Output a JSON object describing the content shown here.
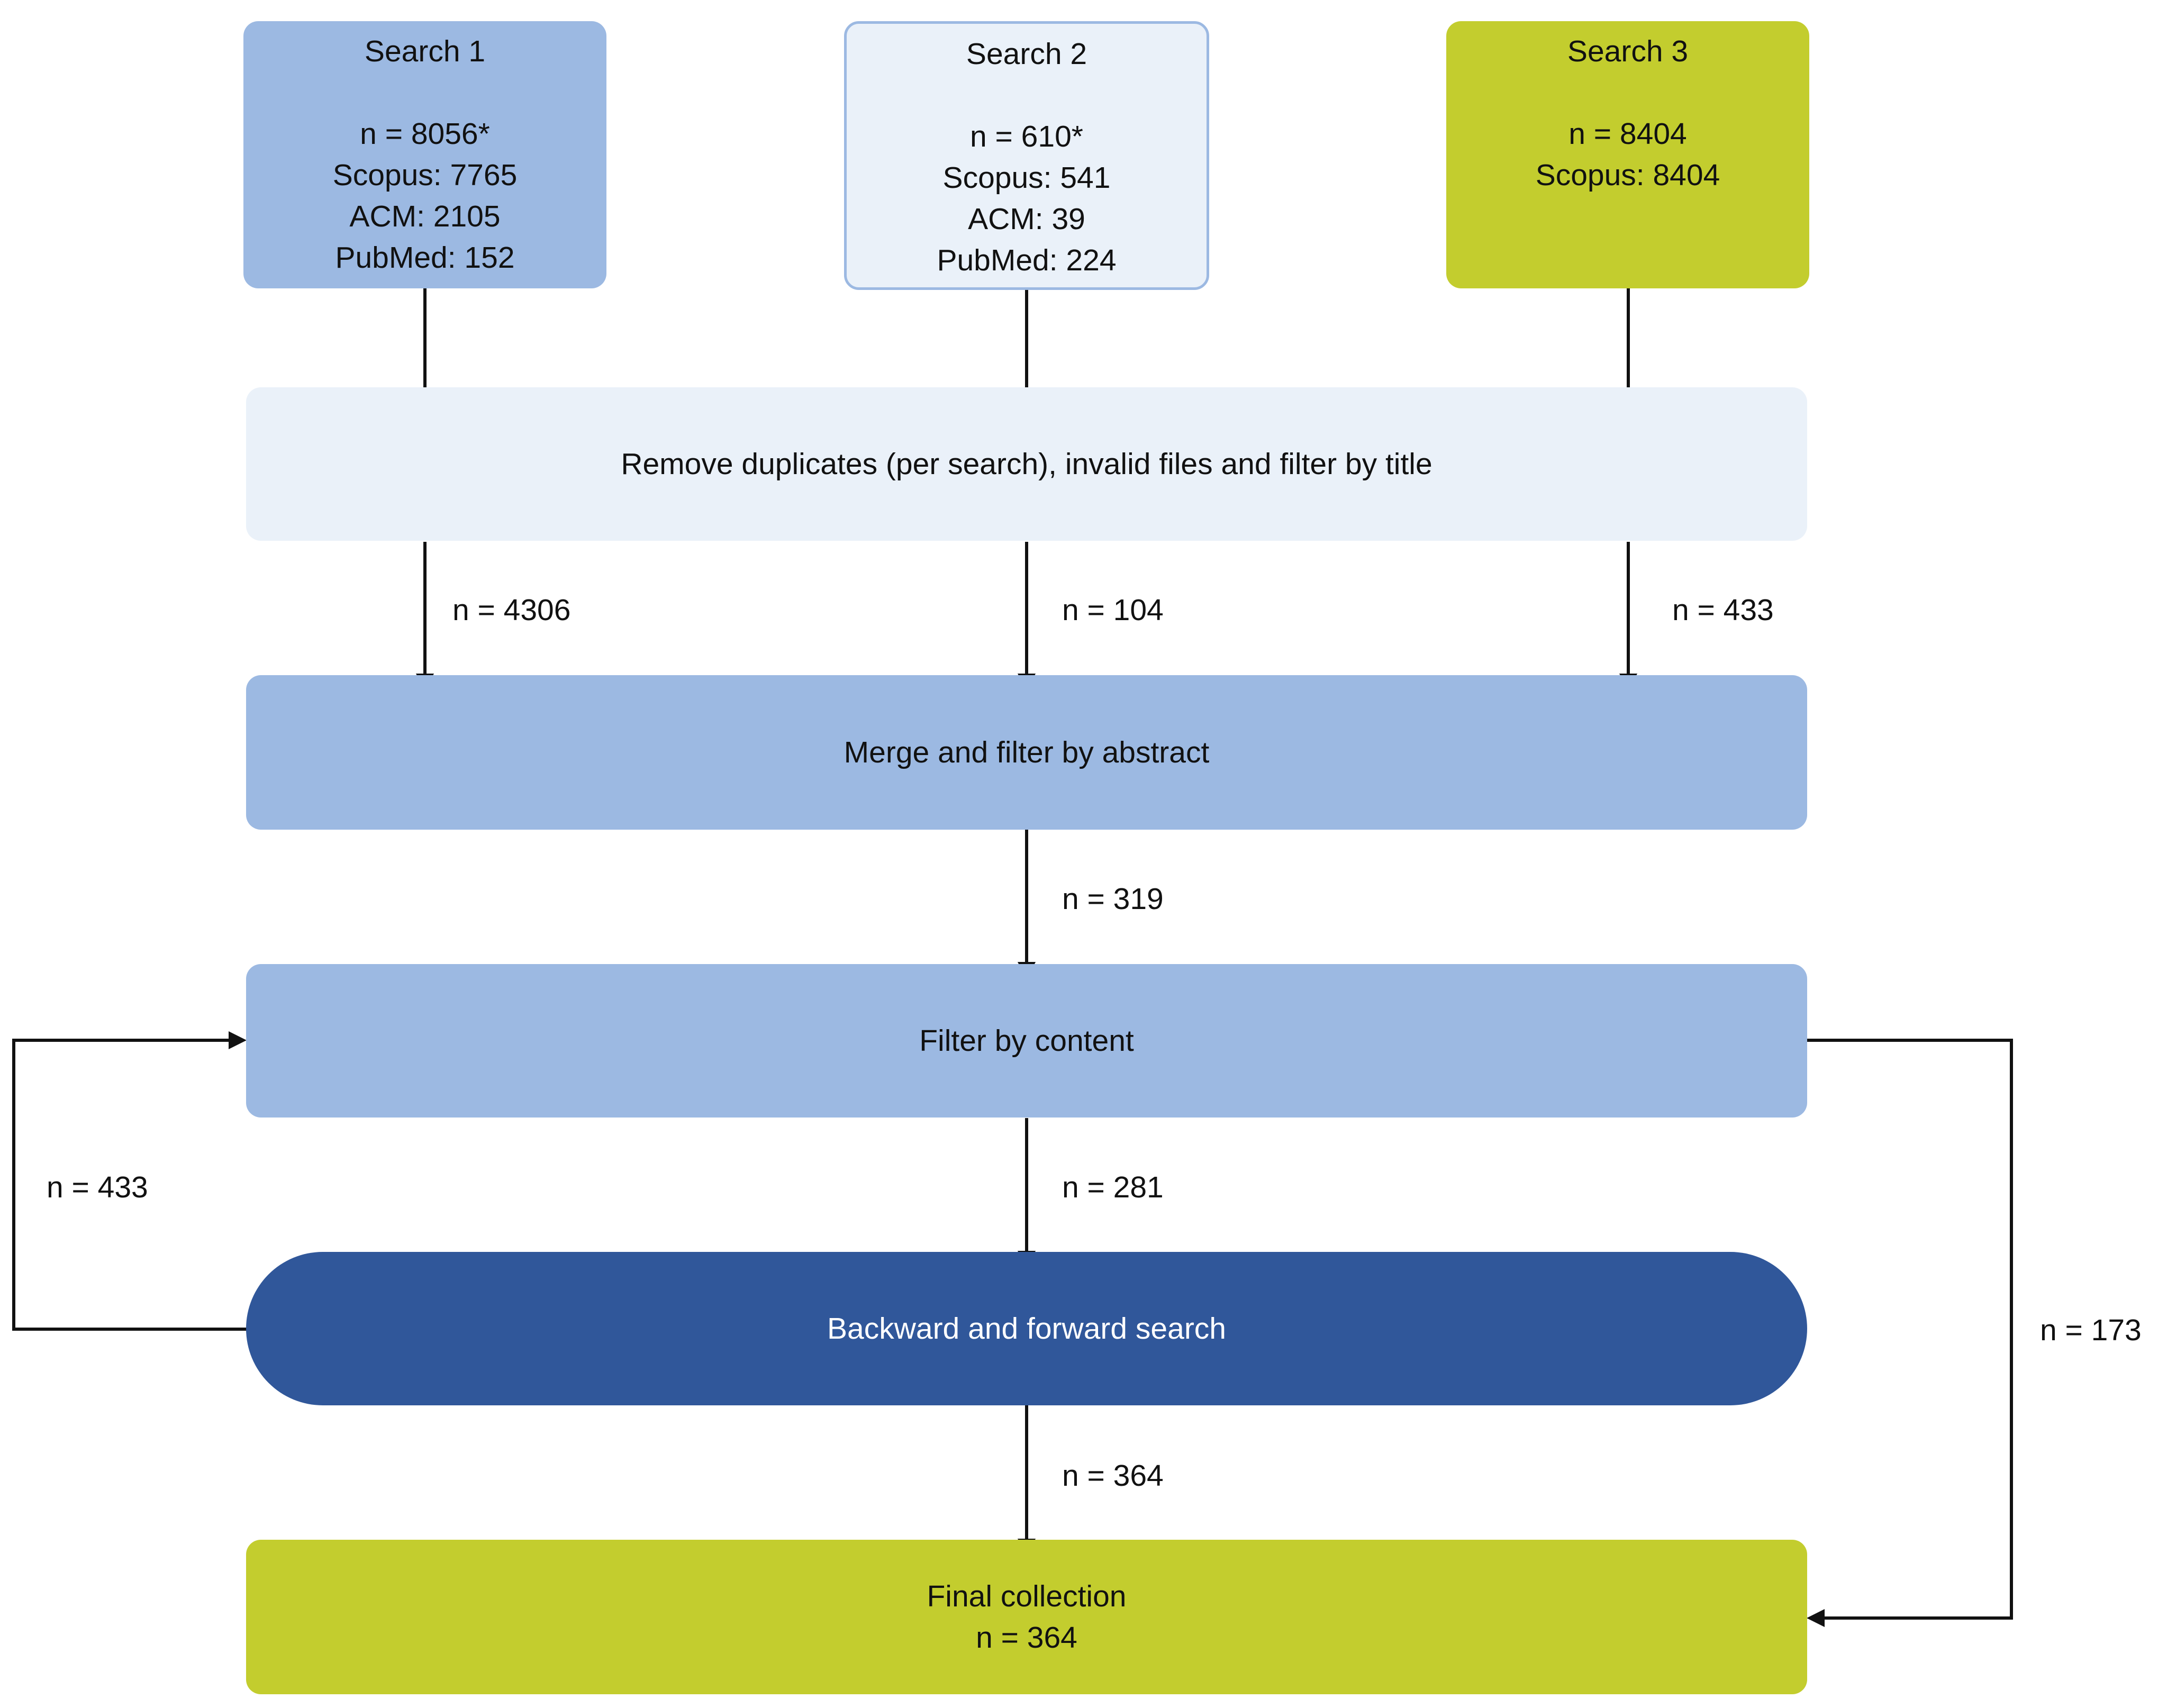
{
  "searches": [
    {
      "title": "Search 1",
      "total": "n = 8056*",
      "sources": [
        "Scopus: 7765",
        "ACM: 2105",
        "PubMed: 152"
      ]
    },
    {
      "title": "Search 2",
      "total": "n = 610*",
      "sources": [
        "Scopus: 541",
        "ACM: 39",
        "PubMed: 224"
      ]
    },
    {
      "title": "Search 3",
      "total": "n = 8404",
      "sources": [
        "Scopus: 8404"
      ]
    }
  ],
  "steps": {
    "dedup": "Remove duplicates (per search), invalid files and filter by title",
    "merge": "Merge and filter by abstract",
    "content": "Filter by content",
    "snowball": "Backward and forward search",
    "final_title": "Final collection",
    "final_count": "n = 364"
  },
  "counts": {
    "after_dedup_1": "n = 4306",
    "after_dedup_2": "n = 104",
    "after_dedup_3": "n = 433",
    "after_merge": "n = 319",
    "after_content": "n = 281",
    "after_snowball": "n = 364",
    "loop_back": "n = 433",
    "content_to_final": "n = 173"
  },
  "colors": {
    "light_blue": "#9cb9e2",
    "pale_blue": "#eaf1f9",
    "dark_blue": "#30579a",
    "lime": "#c3cd2e",
    "line": "#111111"
  }
}
